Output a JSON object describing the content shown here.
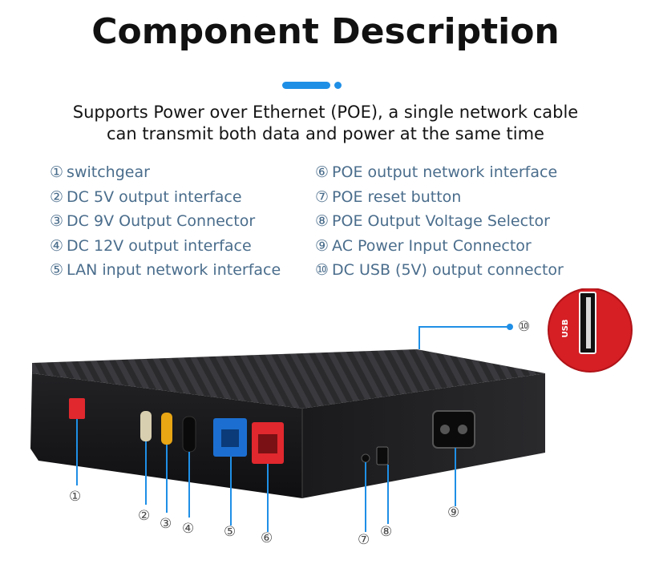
{
  "title": "Component Description",
  "subtitle_line1": "Supports Power over Ethernet (POE), a single network cable",
  "subtitle_line2": "can transmit both data and power at the same time",
  "colors": {
    "accent": "#1f8fe6",
    "list_text": "#4a6d8c",
    "device_body": "#1b1b1d"
  },
  "components_left": [
    {
      "num": "①",
      "label": "switchgear"
    },
    {
      "num": "②",
      "label": "DC 5V output interface"
    },
    {
      "num": "③",
      "label": "DC 9V Output Connector"
    },
    {
      "num": "④",
      "label": "DC 12V output interface"
    },
    {
      "num": "⑤",
      "label": "LAN input network interface"
    }
  ],
  "components_right": [
    {
      "num": "⑥",
      "label": "POE output network interface"
    },
    {
      "num": "⑦",
      "label": "POE reset button"
    },
    {
      "num": "⑧",
      "label": "POE Output Voltage Selector"
    },
    {
      "num": "⑨",
      "label": "AC Power Input Connector"
    },
    {
      "num": "⑩",
      "label": "DC USB (5V) output connector"
    }
  ],
  "usb_label": "USB",
  "callouts": [
    "①",
    "②",
    "③",
    "④",
    "⑤",
    "⑥",
    "⑦",
    "⑧",
    "⑨",
    "⑩"
  ]
}
